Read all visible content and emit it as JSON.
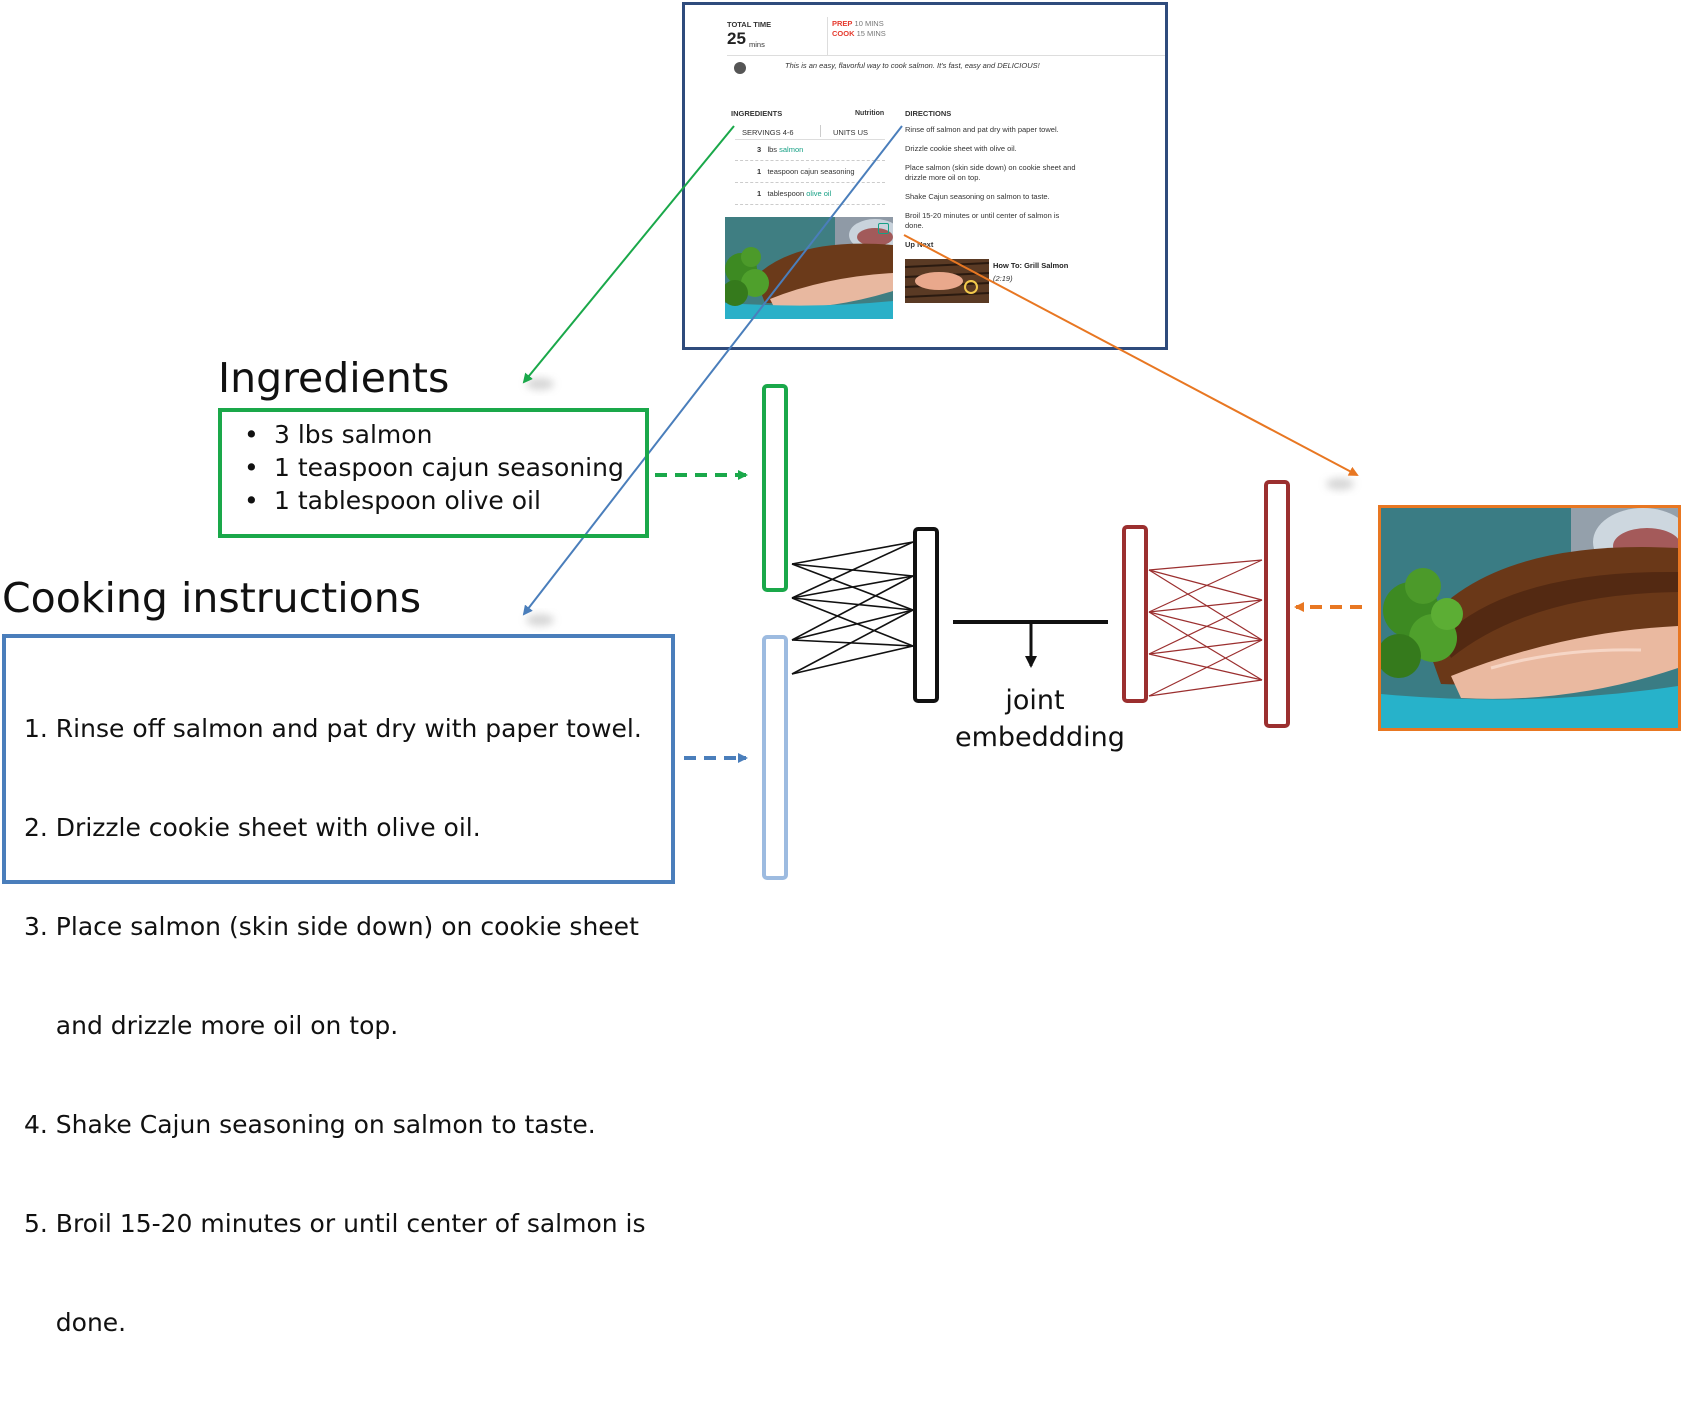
{
  "recipe_card": {
    "total_time_label": "TOTAL TIME",
    "total_time_value": "25",
    "total_time_unit": "mins",
    "prep_label": "PREP",
    "prep_value": "10 MINS",
    "cook_label": "COOK",
    "cook_value": "15 MINS",
    "description": "This is an easy, flavorful way to cook salmon. It's fast, easy and DELICIOUS!",
    "ingredients_heading": "INGREDIENTS",
    "nutrition_link": "Nutrition",
    "servings_label": "SERVINGS 4-6",
    "units_label": "UNITS US",
    "ingredients": [
      {
        "qty": "3",
        "unit": "lbs",
        "item": "salmon"
      },
      {
        "qty": "1",
        "unit": "teaspoon cajun seasoning",
        "item": ""
      },
      {
        "qty": "1",
        "unit": "tablespoon",
        "item": "olive oil"
      }
    ],
    "directions_heading": "DIRECTIONS",
    "directions": [
      "Rinse off salmon and pat dry with paper towel.",
      "Drizzle cookie sheet with olive oil.",
      "Place salmon (skin side down) on cookie sheet and",
      "drizzle more oil on top.",
      "Shake Cajun seasoning on salmon to taste.",
      "Broil 15-20 minutes or until center of salmon is",
      "done."
    ],
    "up_next_heading": "Up Next",
    "video_title": "How To: Grill Salmon",
    "video_duration": "(2:19)"
  },
  "ingredients_section": {
    "title": "Ingredients",
    "items": [
      "3 lbs salmon",
      "1 teaspoon cajun seasoning",
      "1 tablespoon olive oil"
    ]
  },
  "instructions_section": {
    "title": "Cooking instructions",
    "lines": [
      "1. Rinse off salmon and pat dry with paper towel.",
      "2. Drizzle cookie sheet with olive oil.",
      "3. Place salmon (skin side down) on cookie sheet",
      "    and drizzle more oil on top.",
      "4. Shake Cajun seasoning on salmon to taste.",
      "5. Broil 15-20 minutes or until center of salmon is",
      "    done."
    ]
  },
  "joint_label": [
    "joint",
    "embeddding"
  ],
  "colors": {
    "ingredients": "#1aa84a",
    "instructions": "#4a7ebb",
    "instructions_light": "#9dbbe0",
    "image": "#e87722",
    "image_encoder": "#9b2f2f",
    "card_border": "#2f4b7c"
  }
}
